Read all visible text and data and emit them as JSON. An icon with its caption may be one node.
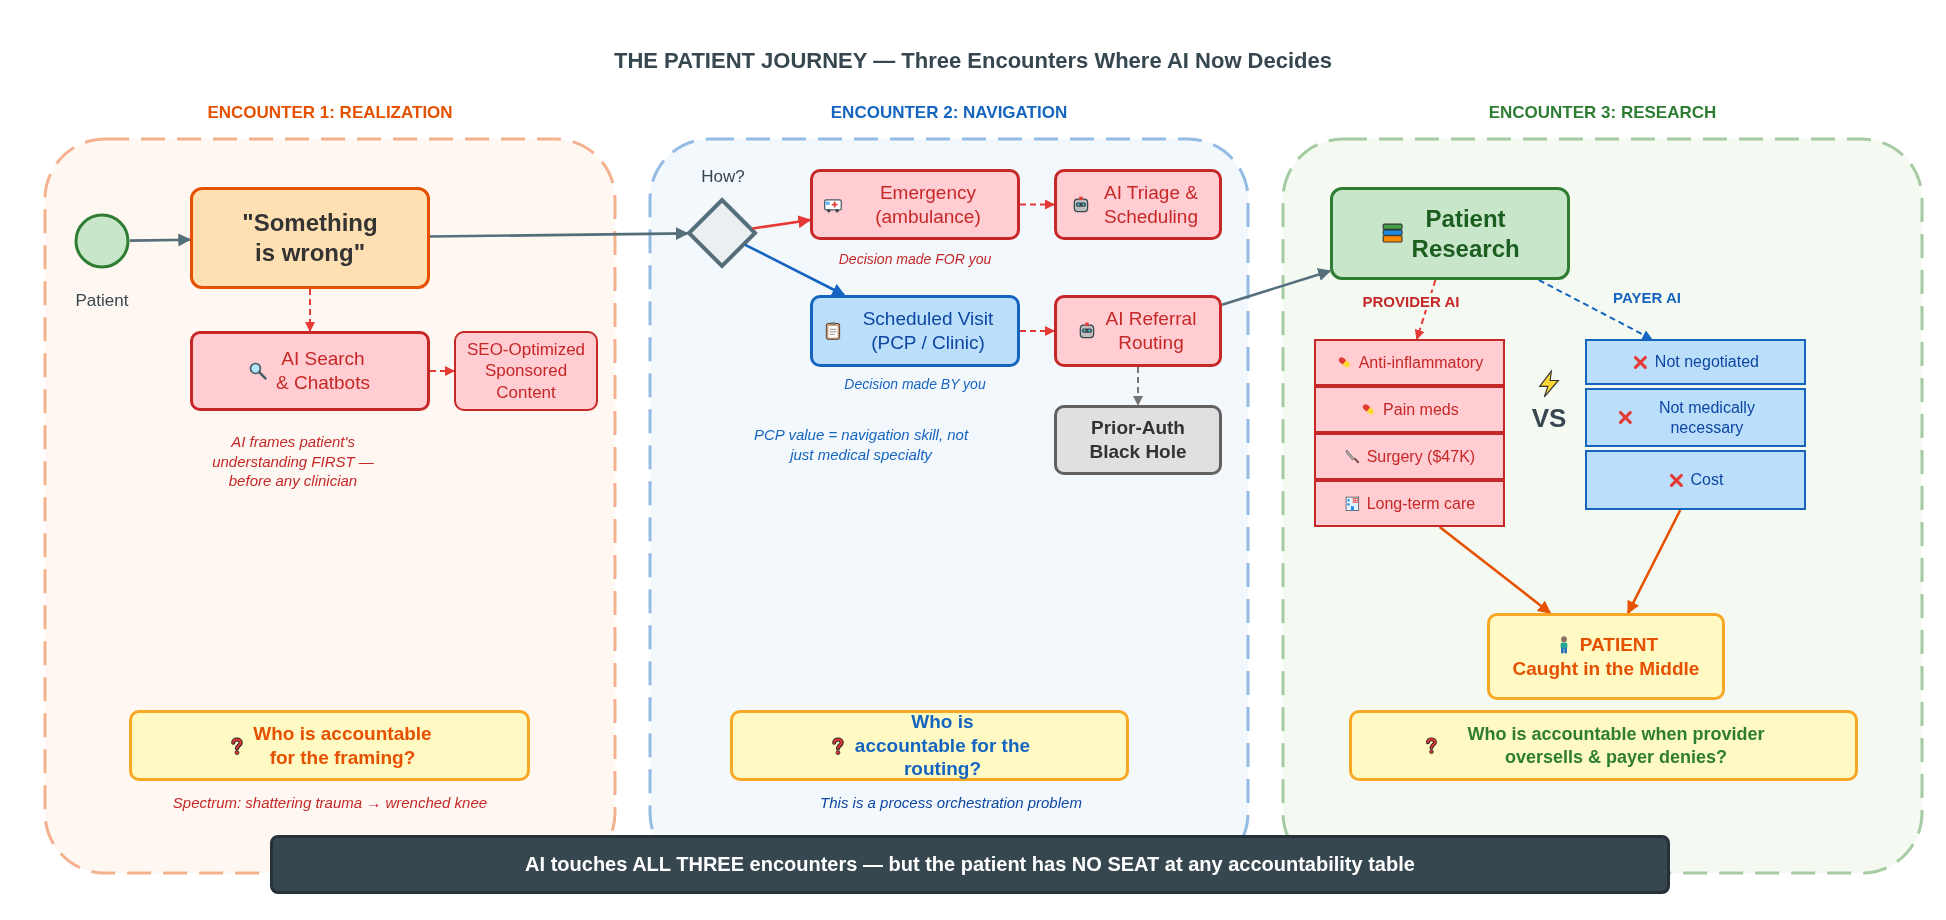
{
  "diagram": {
    "title": "THE PATIENT JOURNEY — Three Encounters Where AI Now Decides",
    "nodes": [
      {
        "text": [
          "ENCOUNTER 1: REALIZATION"
        ]
      },
      {
        "text": [],
        "shape": "circle",
        "in": 0,
        "beside": [
          "Patient"
        ]
      },
      {
        "text": [
          "\"Something is wrong\""
        ],
        "in": 0
      },
      {
        "text": [
          "AI Search & Chatbots"
        ],
        "in": 0,
        "beside": [
          "AI frames patient's understanding FIRST — before any clinician"
        ]
      },
      {
        "text": [
          "SEO-Optimized Sponsored Content"
        ],
        "in": 0
      },
      {
        "text": [
          "Who is accountable for the framing?"
        ],
        "in": 0,
        "beside": [
          "Spectrum: shattering trauma → wrenched knee"
        ]
      },
      {
        "text": [
          "ENCOUNTER 2: NAVIGATION"
        ]
      },
      {
        "text": [],
        "shape": "diamond",
        "in": 6,
        "beside": [
          "How?"
        ]
      },
      {
        "text": [
          "Emergency (ambulance)"
        ],
        "in": 6,
        "beside": [
          "Decision made FOR you"
        ]
      },
      {
        "text": [
          "AI Triage & Scheduling"
        ],
        "in": 6
      },
      {
        "text": [
          "Scheduled Visit (PCP / Clinic)"
        ],
        "in": 6,
        "beside": [
          "Decision made BY you"
        ]
      },
      {
        "text": [
          "AI Referral Routing"
        ],
        "in": 6
      },
      {
        "text": [
          "Prior-Auth Black Hole"
        ],
        "in": 6
      },
      {
        "text": [
          "Who is accountable for the routing?"
        ],
        "in": 6,
        "beside": [
          "This is a process orchestration problem"
        ]
      },
      {
        "text": [
          "ENCOUNTER 3: RESEARCH"
        ]
      },
      {
        "text": [
          "Patient Research"
        ],
        "in": 14
      },
      {
        "text": [
          "Anti-inflammatory"
        ],
        "in": 14
      },
      {
        "text": [
          "Pain meds"
        ],
        "in": 14
      },
      {
        "text": [
          "Surgery ($47K)"
        ],
        "in": 14
      },
      {
        "text": [
          "Long-term care"
        ],
        "in": 14
      },
      {
        "text": [
          "Not negotiated"
        ],
        "in": 14
      },
      {
        "text": [
          "Not medically necessary"
        ],
        "in": 14
      },
      {
        "text": [
          "Cost"
        ],
        "in": 14
      },
      {
        "text": [
          "PATIENT",
          "Caught in the Middle"
        ],
        "in": 14
      },
      {
        "text": [
          "Who is accountable when provider oversells & payer denies?"
        ],
        "in": 14
      },
      {
        "text": [
          "AI touches ALL THREE encounters — but the patient has NO SEAT at any accountability table"
        ]
      }
    ],
    "edges": [
      {
        "from": 1,
        "to": 2,
        "arrow": "to",
        "color": "#546e7a"
      },
      {
        "from": 2,
        "to": 7,
        "arrow": "to",
        "color": "#546e7a"
      },
      {
        "from": 2,
        "to": 3,
        "arrow": "to",
        "style": "dashed"
      },
      {
        "from": 3,
        "to": 4,
        "arrow": "to",
        "style": "dashed"
      },
      {
        "from": 7,
        "to": 8,
        "arrow": "to"
      },
      {
        "from": 7,
        "to": 10,
        "arrow": "to",
        "color": "#1565c0"
      },
      {
        "from": 8,
        "to": 9,
        "arrow": "to",
        "style": "dashed"
      },
      {
        "from": 10,
        "to": 11,
        "arrow": "to",
        "style": "dashed"
      },
      {
        "from": 11,
        "to": 12,
        "arrow": "to",
        "style": "dashed",
        "color": "#757575"
      },
      {
        "from": 11,
        "to": 15,
        "arrow": "to",
        "color": "#546e7a"
      },
      {
        "from": 15,
        "to": 16,
        "arrow": "to",
        "style": "dashed",
        "label": "PROVIDER AI"
      },
      {
        "from": 15,
        "to": 20,
        "arrow": "to",
        "style": "dashed",
        "color": "#1565c0",
        "label": "PAYER AI"
      },
      {
        "from": 19,
        "to": 23,
        "arrow": "to",
        "color": "#e65100"
      },
      {
        "from": 22,
        "to": 23,
        "arrow": "to",
        "color": "#e65100"
      }
    ],
    "labels": [
      "PCP value = navigation skill, not just medical specialty",
      "VS"
    ]
  }
}
